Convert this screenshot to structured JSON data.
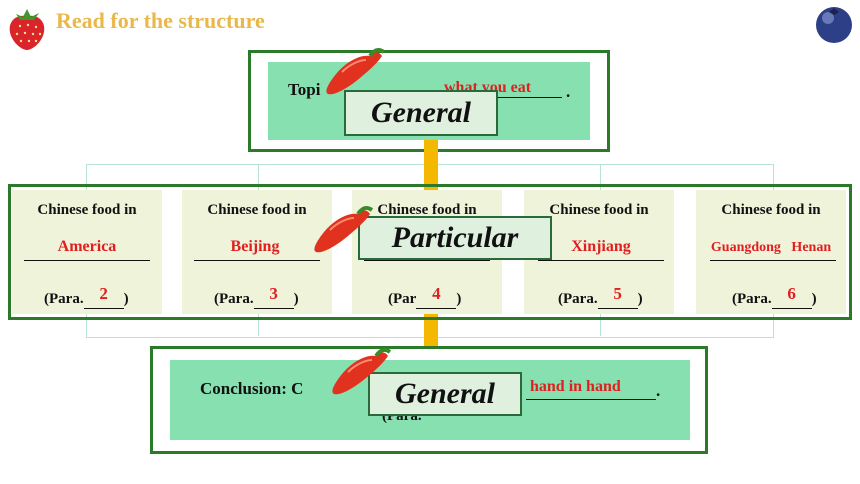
{
  "header": {
    "title": "Read for the structure"
  },
  "labels": {
    "general_top": "General",
    "particular": "Particular",
    "general_bottom": "General"
  },
  "topic": {
    "prefix": "Topi",
    "answer": "what you eat",
    "end": "."
  },
  "cells": [
    {
      "heading": "Chinese food in",
      "answer": "America",
      "para_prefix": "(Para.",
      "para_num": "2",
      "para_suffix": ")"
    },
    {
      "heading": "Chinese food in",
      "answer": "Beijing",
      "para_prefix": "(Para.",
      "para_num": "3",
      "para_suffix": ")"
    },
    {
      "heading": "Chinese food in",
      "answer": "",
      "para_prefix": "(Par",
      "para_num": "4",
      "para_suffix": ")"
    },
    {
      "heading": "Chinese food in",
      "answer": "Xinjiang",
      "para_prefix": "(Para.",
      "para_num": "5",
      "para_suffix": ")"
    },
    {
      "heading": "Chinese food in",
      "answer": "Guangdong   Henan",
      "para_prefix": "(Para.",
      "para_num": "6",
      "para_suffix": ")"
    }
  ],
  "conclusion": {
    "prefix": "Conclusion: C",
    "answer": "hand in hand",
    "end": ".",
    "para": "(Para."
  },
  "icons": {
    "left": "strawberry-icon",
    "right": "blueberry-icon",
    "pepper": "chili-pepper-icon"
  },
  "colors": {
    "title": "#e8b84a",
    "border": "#2a7a2a",
    "panel": "#86e0b0",
    "cell": "#eef3da",
    "answer": "#e02020",
    "arrow": "#f5b800"
  }
}
